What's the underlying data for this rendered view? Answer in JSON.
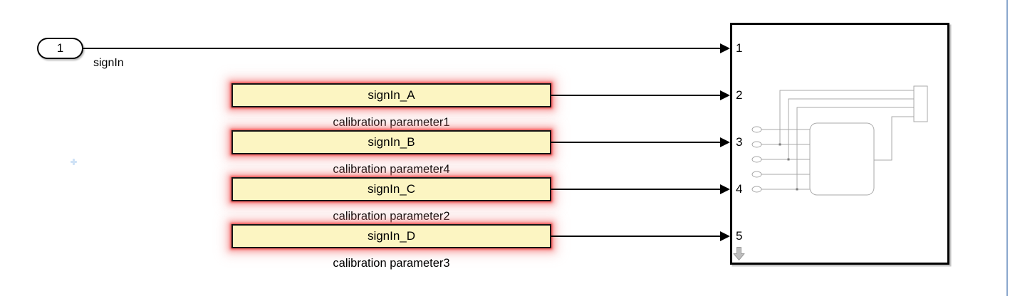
{
  "canvas": {
    "background": "#ffffff",
    "edge_line_color": "#8ba7cd",
    "center_marker_color": "#cfe2f6"
  },
  "inport": {
    "number": "1",
    "label": "signIn"
  },
  "param_blocks": [
    {
      "name": "signIn_A",
      "caption": "calibration parameter1"
    },
    {
      "name": "signIn_B",
      "caption": "calibration parameter4"
    },
    {
      "name": "signIn_C",
      "caption": "calibration parameter2"
    },
    {
      "name": "signIn_D",
      "caption": "calibration parameter3"
    }
  ],
  "subsystem": {
    "ports": [
      "1",
      "2",
      "3",
      "4",
      "5"
    ]
  },
  "icons": {
    "overflow": "down-arrow-icon"
  },
  "colors": {
    "param_block_fill": "#fcf5c2",
    "param_block_border": "#141414",
    "highlight_glow": "#ee3c3c",
    "wire": "#000000",
    "preview_line": "#a9a9a9",
    "overflow_arrow": "#b3b3b3"
  }
}
